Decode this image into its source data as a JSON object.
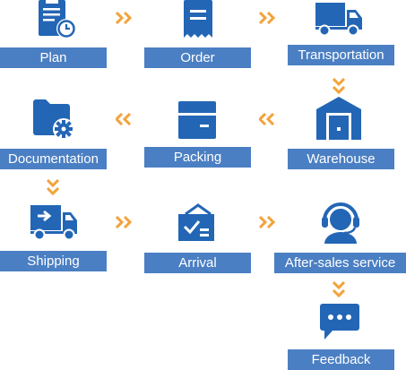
{
  "colors": {
    "icon": "#2366b5",
    "label_bg": "#4b7fc3",
    "label_text": "#ffffff",
    "arrow": "#f2a33a"
  },
  "steps": [
    {
      "label": "Plan",
      "icon": "clipboard-clock-icon"
    },
    {
      "label": "Order",
      "icon": "receipt-icon"
    },
    {
      "label": "Transportation",
      "icon": "truck-icon"
    },
    {
      "label": "Warehouse",
      "icon": "warehouse-icon"
    },
    {
      "label": "Packing",
      "icon": "box-icon"
    },
    {
      "label": "Documentation",
      "icon": "folder-gear-icon"
    },
    {
      "label": "Shipping",
      "icon": "shipping-truck-icon"
    },
    {
      "label": "Arrival",
      "icon": "package-check-icon"
    },
    {
      "label": "After-sales service",
      "icon": "headset-agent-icon"
    },
    {
      "label": "Feedback",
      "icon": "chat-bubble-icon"
    }
  ]
}
